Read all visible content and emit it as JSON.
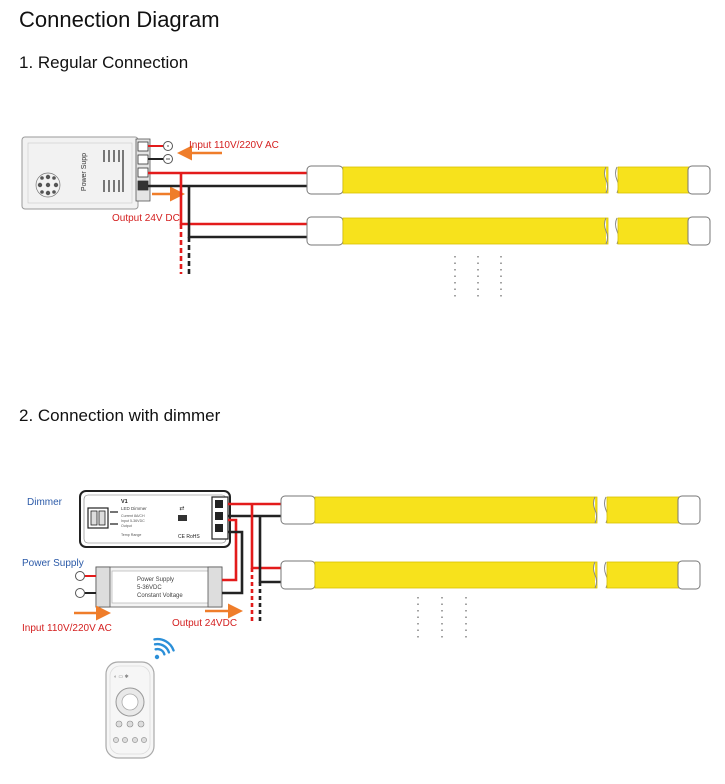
{
  "page": {
    "title": "Connection Diagram"
  },
  "section1": {
    "heading": "1. Regular Connection",
    "power_supply_label": "Power Supp",
    "input_label": "Input 110V/220V AC",
    "output_label": "Output 24V DC"
  },
  "section2": {
    "heading": "2. Connection with dimmer",
    "dimmer_label": "Dimmer",
    "power_supply_label": "Power Supply",
    "input_label": "Input 110V/220V AC",
    "output_label": "Output 24VDC",
    "dimmer_device": {
      "model": "V1",
      "name": "LED Dimmer",
      "specs": [
        "Current 8A/CH",
        "Input 5-36VDC",
        "Output",
        "Temp Range"
      ],
      "marks": "CE RoHS"
    },
    "psu_device": {
      "line1": "Power Supply",
      "line2": "5-36VDC",
      "line3": "Constant Voltage"
    }
  },
  "colors": {
    "strip": "#f7e21c",
    "strip_outline": "#d9c200",
    "wire_positive": "#e31b1b",
    "wire_negative": "#222222",
    "arrow": "#ef7d2a",
    "label_red": "#d42020",
    "label_blue": "#2b5aa8",
    "wifi": "#2b8fd8"
  },
  "icons": [
    "power-supply-icon",
    "dimmer-icon",
    "remote-control-icon",
    "wifi-icon",
    "led-strip-icon"
  ]
}
